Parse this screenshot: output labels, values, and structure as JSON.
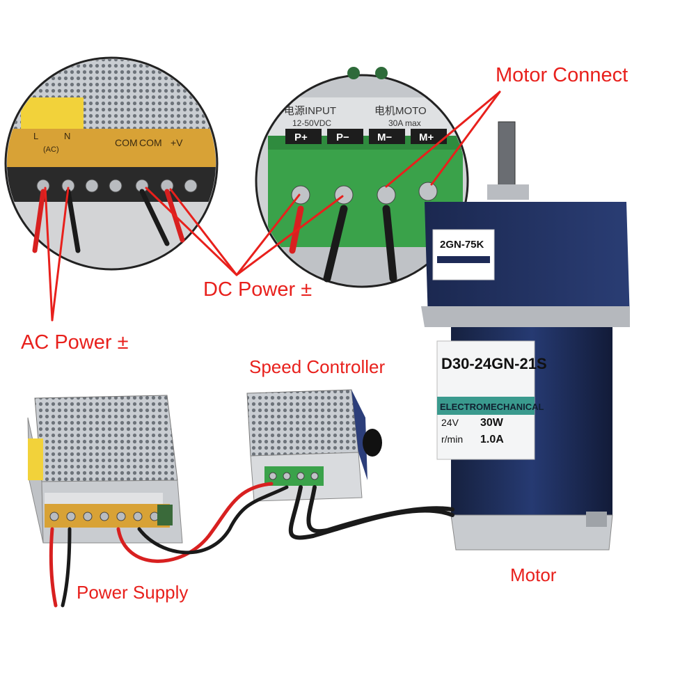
{
  "callouts": {
    "motor_connect": "Motor Connect",
    "dc_power": "DC Power ±",
    "ac_power": "AC Power ±"
  },
  "components": {
    "speed_controller": "Speed Controller",
    "power_supply": "Power Supply",
    "motor": "Motor"
  },
  "psu_terminal_labels": [
    "L",
    "N",
    "COM",
    "COM",
    "+V"
  ],
  "psu_terminal_sub": "(AC)",
  "controller_header": {
    "input": "电源INPUT",
    "input_range": "12-50VDC",
    "motor": "电机MOTO",
    "current": "30A max"
  },
  "controller_terminals": [
    "P+",
    "P−",
    "M−",
    "M+"
  ],
  "motor_gearbox_label": "2GN-75K",
  "motor_label": {
    "model": "D30-24GN-21S",
    "brand": "ELECTROMECHANICAL",
    "voltage": "24V",
    "power": "30W",
    "speed": "r/min",
    "current": "1.0A"
  },
  "colors": {
    "callout": "#e8201c",
    "motor_body": "#1d2a56",
    "terminal_green": "#3aa24a",
    "psu_amber": "#e2a227"
  }
}
